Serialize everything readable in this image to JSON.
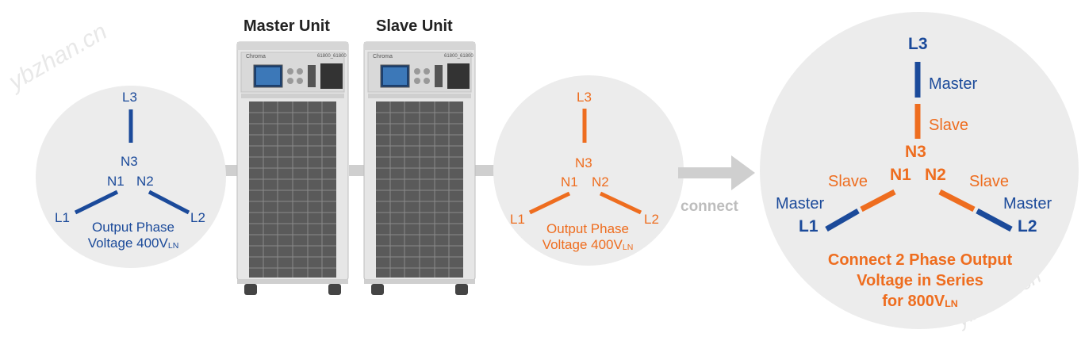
{
  "watermark": "ybzhan.cn",
  "units": {
    "master_title": "Master Unit",
    "slave_title": "Slave Unit",
    "panel_brand": "Chroma",
    "panel_model": "61800_61800"
  },
  "left_diagram": {
    "l3": "L3",
    "n3": "N3",
    "n1": "N1",
    "n2": "N2",
    "l1": "L1",
    "l2": "L2",
    "caption_line1": "Output Phase",
    "caption_line2": "Voltage 400V",
    "caption_sub": "LN",
    "color": "#1b4a9a"
  },
  "middle_diagram": {
    "l3": "L3",
    "n3": "N3",
    "n1": "N1",
    "n2": "N2",
    "l1": "L1",
    "l2": "L2",
    "caption_line1": "Output Phase",
    "caption_line2": "Voltage 400V",
    "caption_sub": "LN",
    "color": "#ee6d1f"
  },
  "arrow_label": "connect",
  "right_diagram": {
    "l3": "L3",
    "master_top": "Master",
    "slave_top": "Slave",
    "n3": "N3",
    "n1": "N1",
    "n2": "N2",
    "slave_left": "Slave",
    "slave_right": "Slave",
    "master_left": "Master",
    "master_right": "Master",
    "l1": "L1",
    "l2": "L2",
    "caption_line1": "Connect 2 Phase Output",
    "caption_line2": "Voltage in Series",
    "caption_line3": "for 800V",
    "caption_sub": "LN",
    "master_color": "#1b4a9a",
    "slave_color": "#ee6d1f"
  }
}
